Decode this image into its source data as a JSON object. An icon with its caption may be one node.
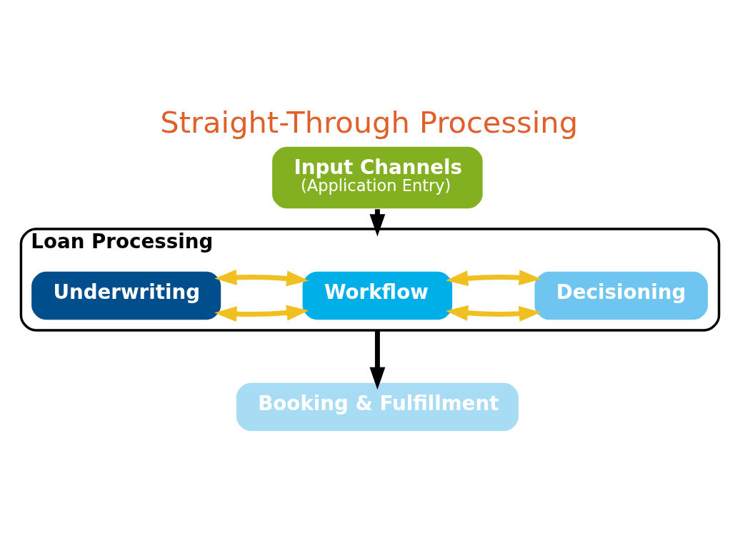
{
  "diagram": {
    "title": "Straight-Through Processing",
    "nodes": [
      {
        "text": [
          "Input Channels",
          "(Application Entry)"
        ]
      },
      {
        "text": [
          "Loan Processing"
        ]
      },
      {
        "text": [
          "Underwriting"
        ],
        "in": 1
      },
      {
        "text": [
          "Workflow"
        ],
        "in": 1
      },
      {
        "text": [
          "Decisioning"
        ],
        "in": 1
      },
      {
        "text": [
          "Booking & Fulfillment"
        ]
      }
    ],
    "edges": [
      {
        "from": 0,
        "to": 1,
        "arrow": "to",
        "color": "#000000"
      },
      {
        "from": 2,
        "to": 3,
        "arrow": "both"
      },
      {
        "from": 3,
        "to": 4,
        "arrow": "both"
      },
      {
        "from": 2,
        "to": 3,
        "arrow": "both"
      },
      {
        "from": 3,
        "to": 4,
        "arrow": "both"
      },
      {
        "from": 1,
        "to": 5,
        "arrow": "to",
        "color": "#000000"
      }
    ]
  }
}
